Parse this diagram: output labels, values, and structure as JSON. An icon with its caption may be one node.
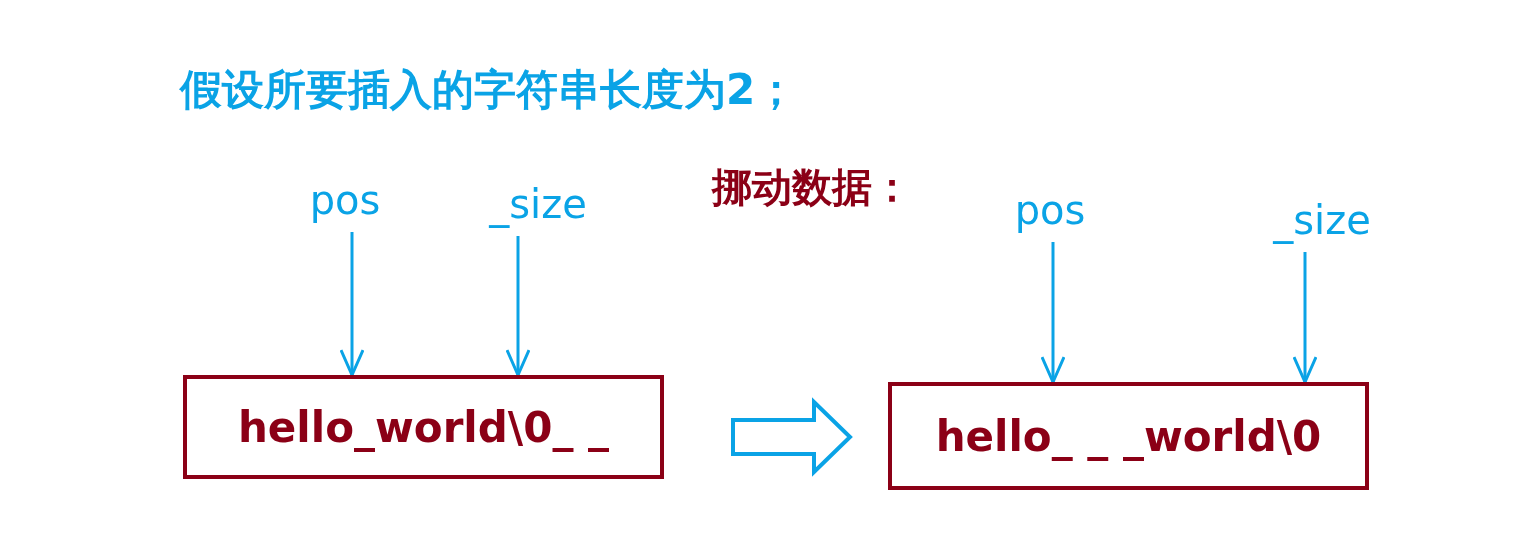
{
  "diagram": {
    "title": "假设所要插入的字符串长度为2；",
    "nodes": [
      {
        "text": [
          "pos"
        ]
      },
      {
        "text": [
          "_size"
        ]
      },
      {
        "text": [
          "hello_world\\0_ _"
        ]
      },
      {
        "text": [
          "pos"
        ]
      },
      {
        "text": [
          "_size"
        ]
      },
      {
        "text": [
          "hello_ _ _world\\0"
        ]
      }
    ],
    "edges": [
      {
        "from": 0,
        "to": 2,
        "arrow": "to"
      },
      {
        "from": 1,
        "to": 2,
        "arrow": "to"
      },
      {
        "from": 3,
        "to": 5,
        "arrow": "to"
      },
      {
        "from": 4,
        "to": 5,
        "arrow": "to"
      },
      {
        "from": 2,
        "to": 5,
        "arrow": "to",
        "style": "thick"
      }
    ],
    "labels": [
      "挪动数据："
    ]
  }
}
